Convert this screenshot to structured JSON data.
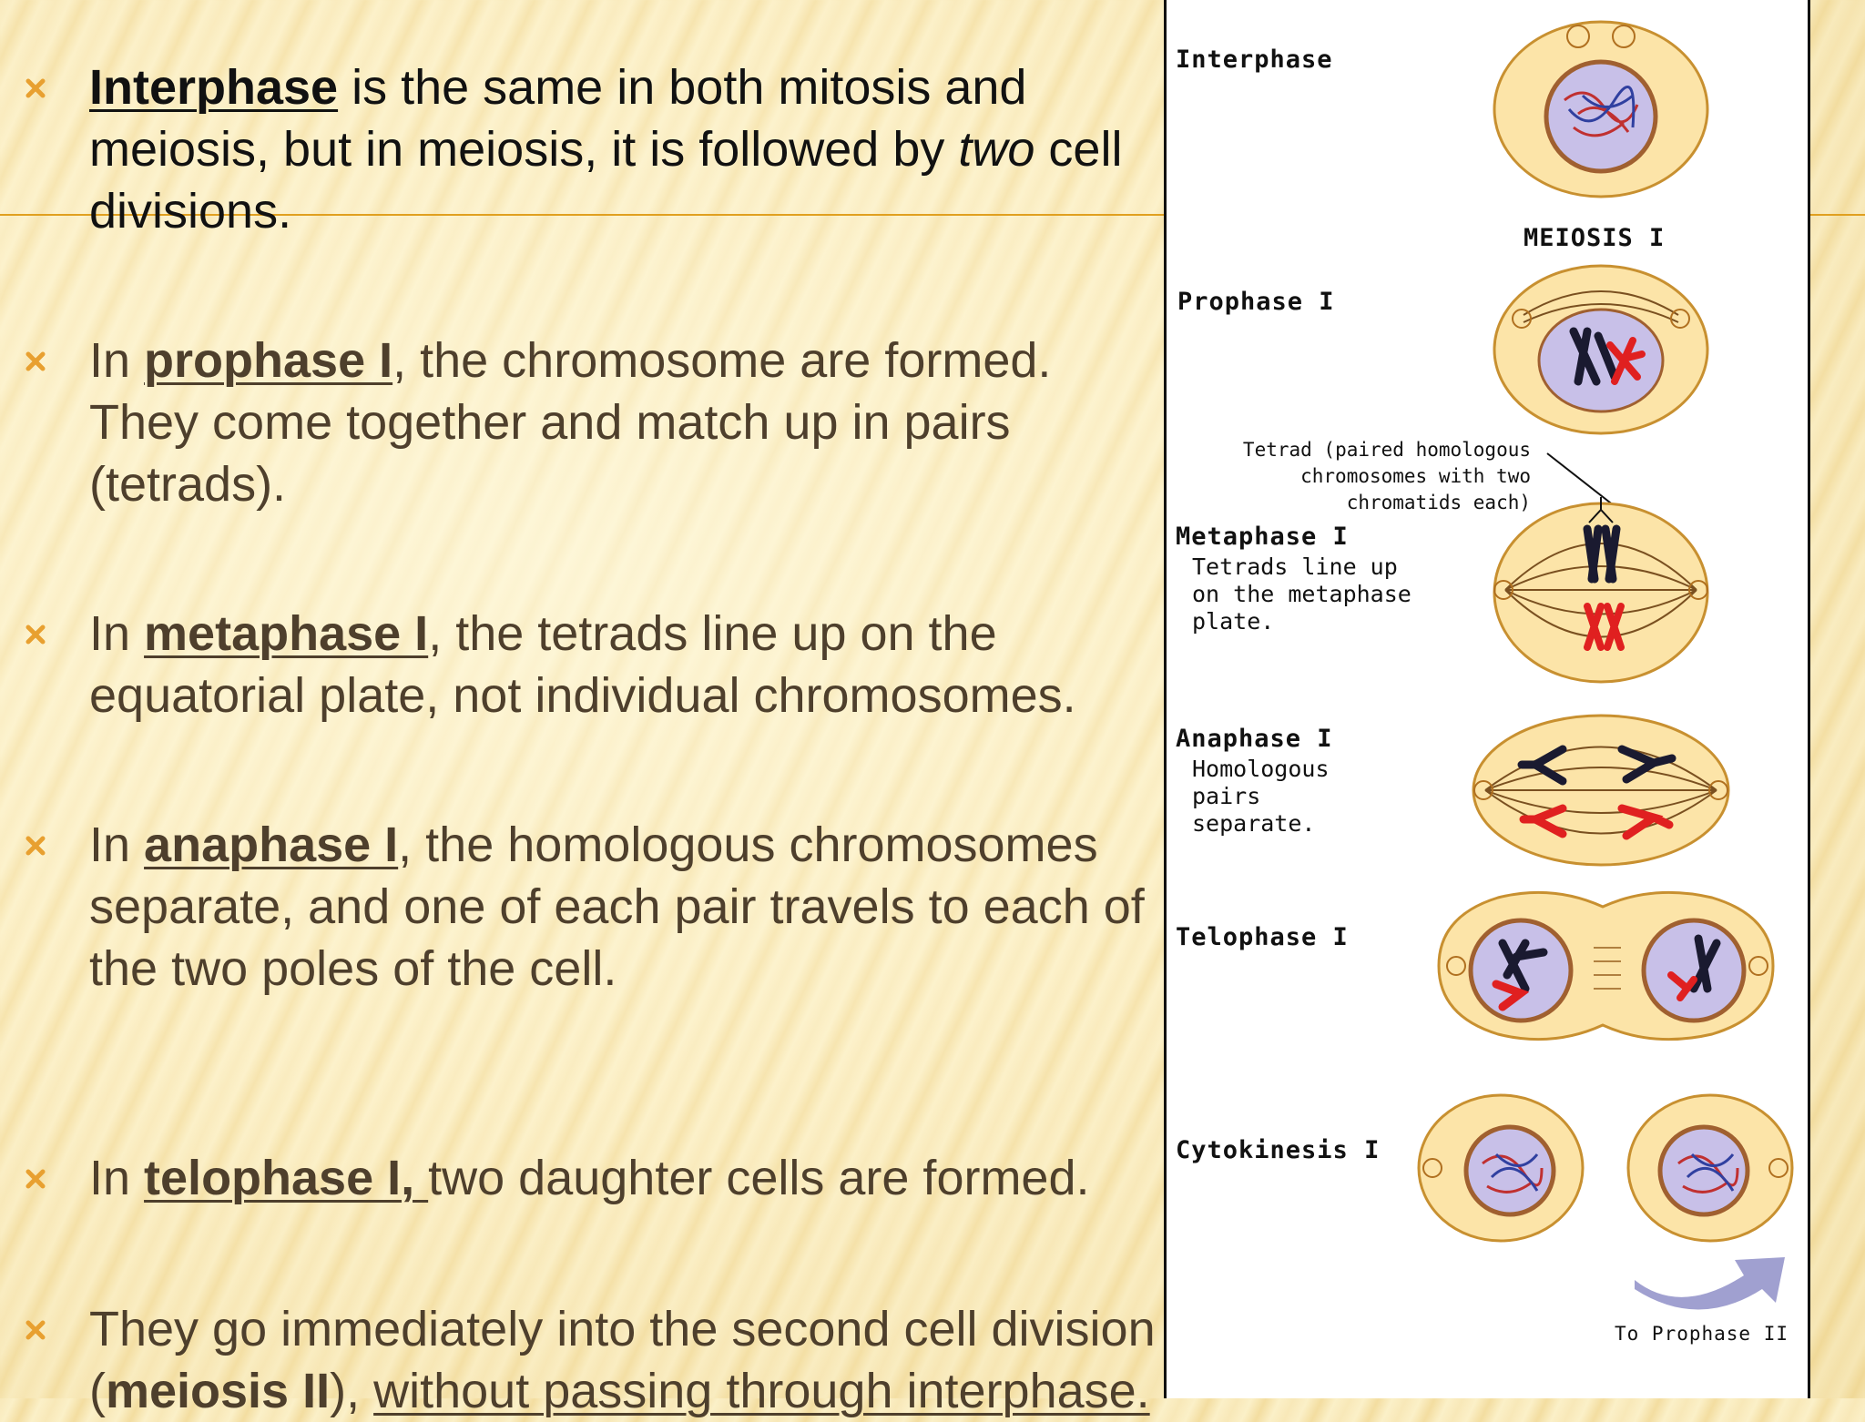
{
  "bullets": [
    {
      "parts": [
        {
          "t": "Interphase",
          "bold": true,
          "underline": true,
          "dark": true
        },
        {
          "t": " is the same in both mitosis and meiosis, but in meiosis, it is followed by ",
          "dark": true
        },
        {
          "t": "two",
          "italic": true,
          "dark": true
        },
        {
          "t": " cell divisions.",
          "dark": true
        }
      ]
    },
    {
      "parts": [
        {
          "t": "In "
        },
        {
          "t": "prophase I",
          "bold": true,
          "underline": true
        },
        {
          "t": ", the chromosome are formed. They come together and match up in pairs (tetrads)."
        }
      ]
    },
    {
      "parts": [
        {
          "t": "In "
        },
        {
          "t": "metaphase I",
          "bold": true,
          "underline": true
        },
        {
          "t": ", the tetrads line up on the equatorial plate, not individual chromosomes."
        }
      ]
    },
    {
      "parts": [
        {
          "t": "In "
        },
        {
          "t": "anaphase I",
          "bold": true,
          "underline": true
        },
        {
          "t": ", the homologous chromosomes separate, and one of each pair travels to each of the two poles of the cell."
        }
      ]
    },
    {
      "parts": [
        {
          "t": "In "
        },
        {
          "t": "telophase I, ",
          "bold": true,
          "underline": true
        },
        {
          "t": "two daughter cells are formed."
        }
      ]
    },
    {
      "parts": [
        {
          "t": "They go immediately into the second cell division ("
        },
        {
          "t": "meiosis II",
          "bold": true
        },
        {
          "t": "), "
        },
        {
          "t": "without passing through interphase.",
          "underline": true
        }
      ]
    }
  ],
  "diagram": {
    "interphase": "Interphase",
    "meiosis_header": "MEIOSIS I",
    "prophase": "Prophase I",
    "tetrad_note_1": "Tetrad (paired homologous",
    "tetrad_note_2": "chromosomes with two",
    "tetrad_note_3": "chromatids each)",
    "metaphase": "Metaphase I",
    "metaphase_desc_1": "Tetrads line up",
    "metaphase_desc_2": "on the metaphase",
    "metaphase_desc_3": "plate.",
    "anaphase": "Anaphase I",
    "anaphase_desc_1": "Homologous",
    "anaphase_desc_2": "pairs",
    "anaphase_desc_3": "separate.",
    "telophase": "Telophase I",
    "cytokinesis": "Cytokinesis I",
    "next": "To Prophase II"
  },
  "colors": {
    "text": "#4e3f2c",
    "bullet_mark": "#e8a030",
    "cell_fill": "#fce4a8",
    "cell_edge": "#c89030",
    "nucleus": "#c8c0e8",
    "arrow": "#a0a0d0"
  }
}
